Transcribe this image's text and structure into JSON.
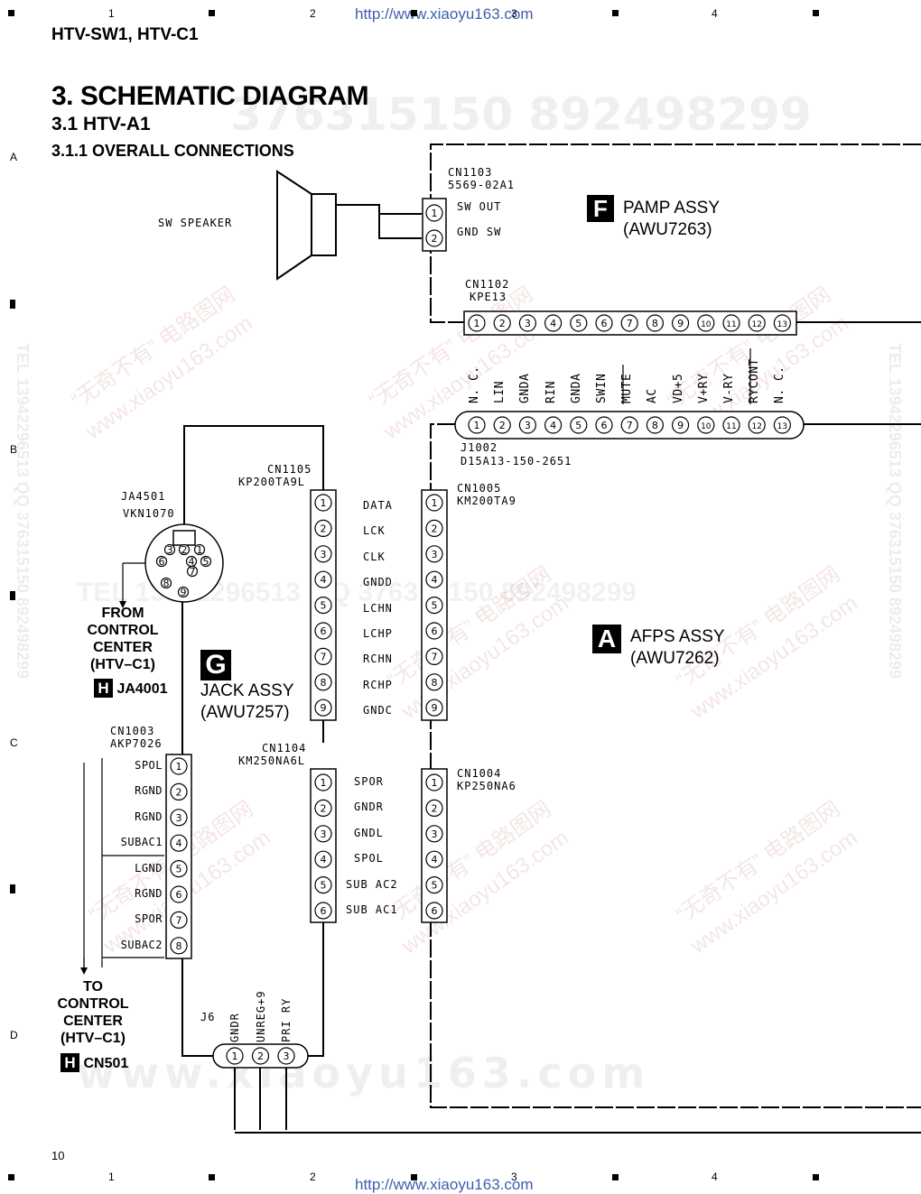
{
  "header": {
    "model": "HTV-SW1, HTV-C1",
    "url": "http://www.xiaoyu163.com",
    "columns": [
      "1",
      "2",
      "3",
      "4"
    ],
    "rows": [
      "A",
      "B",
      "C",
      "D"
    ]
  },
  "titles": {
    "h1": "3. SCHEMATIC DIAGRAM",
    "h2": "3.1 HTV-A1",
    "h3": "3.1.1 OVERALL CONNECTIONS"
  },
  "page_number": "10",
  "watermarks": {
    "phone": "376315150   892498299",
    "tel": "TEL 13942296513   QQ 376315150 892498299",
    "site": "www.xiaoyu163.com",
    "site_cn": "“无奇不有” 电路图网",
    "bottom": "www.xiaoyu163.com"
  },
  "speaker": {
    "label": "SW SPEAKER"
  },
  "cn1103": {
    "name": "CN1103",
    "part": "5569-02A1",
    "pins": [
      "1",
      "2"
    ],
    "signals": [
      "SW OUT",
      "GND SW"
    ]
  },
  "pamp": {
    "letter": "F",
    "name": "PAMP ASSY",
    "part": "(AWU7263)"
  },
  "cn1102": {
    "name": "CN1102",
    "part": "KPE13",
    "pins": [
      "1",
      "2",
      "3",
      "4",
      "5",
      "6",
      "7",
      "8",
      "9",
      "10",
      "11",
      "12",
      "13"
    ]
  },
  "j1002": {
    "name": "J1002",
    "part": "D15A13-150-2651",
    "signals": [
      "N. C.",
      "LIN",
      "GNDA",
      "RIN",
      "GNDA",
      "SWIN",
      "MUTE",
      "AC",
      "VD+5",
      "V+RY",
      "V-RY",
      "RYCONT",
      "N. C."
    ],
    "pins": [
      "1",
      "2",
      "3",
      "4",
      "5",
      "6",
      "7",
      "8",
      "9",
      "10",
      "11",
      "12",
      "13"
    ]
  },
  "ja4501": {
    "name": "JA4501",
    "part": "VKN1070",
    "pins": [
      "1",
      "2",
      "3",
      "4",
      "5",
      "6",
      "7",
      "8",
      "9"
    ],
    "from_label": [
      "FROM",
      "CONTROL",
      "CENTER",
      "(HTV–C1)"
    ],
    "ref_letter": "H",
    "ref": "JA4001"
  },
  "cn1105": {
    "name": "CN1105",
    "part": "KP200TA9L",
    "pins": [
      "1",
      "2",
      "3",
      "4",
      "5",
      "6",
      "7",
      "8",
      "9"
    ]
  },
  "cn1005": {
    "name": "CN1005",
    "part": "KM200TA9",
    "pins": [
      "1",
      "2",
      "3",
      "4",
      "5",
      "6",
      "7",
      "8",
      "9"
    ]
  },
  "bus9_signals": [
    "DATA",
    "LCK",
    "CLK",
    "GNDD",
    "LCHN",
    "LCHP",
    "RCHN",
    "RCHP",
    "GNDC"
  ],
  "jack": {
    "letter": "G",
    "name": "JACK ASSY",
    "part": "(AWU7257)"
  },
  "afps": {
    "letter": "A",
    "name": "AFPS ASSY",
    "part": "(AWU7262)"
  },
  "cn1104": {
    "name": "CN1104",
    "part": "KM250NA6L",
    "pins": [
      "1",
      "2",
      "3",
      "4",
      "5",
      "6"
    ]
  },
  "cn1004": {
    "name": "CN1004",
    "part": "KP250NA6",
    "pins": [
      "1",
      "2",
      "3",
      "4",
      "5",
      "6"
    ]
  },
  "bus6_signals": [
    "SPOR",
    "GNDR",
    "GNDL",
    "SPOL",
    "SUB AC2",
    "SUB AC1"
  ],
  "cn1003": {
    "name": "CN1003",
    "part": "AKP7026",
    "pins": [
      "1",
      "2",
      "3",
      "4",
      "5",
      "6",
      "7",
      "8"
    ],
    "signals": [
      "SPOL",
      "RGND",
      "RGND",
      "SUBAC1",
      "LGND",
      "RGND",
      "SPOR",
      "SUBAC2"
    ],
    "to_label": [
      "TO",
      "CONTROL",
      "CENTER",
      "(HTV–C1)"
    ],
    "ref_letter": "H",
    "ref": "CN501"
  },
  "j6": {
    "name": "J6",
    "pins": [
      "1",
      "2",
      "3"
    ],
    "signals": [
      "GNDR",
      "UNREG+9",
      "PRI RY"
    ]
  }
}
